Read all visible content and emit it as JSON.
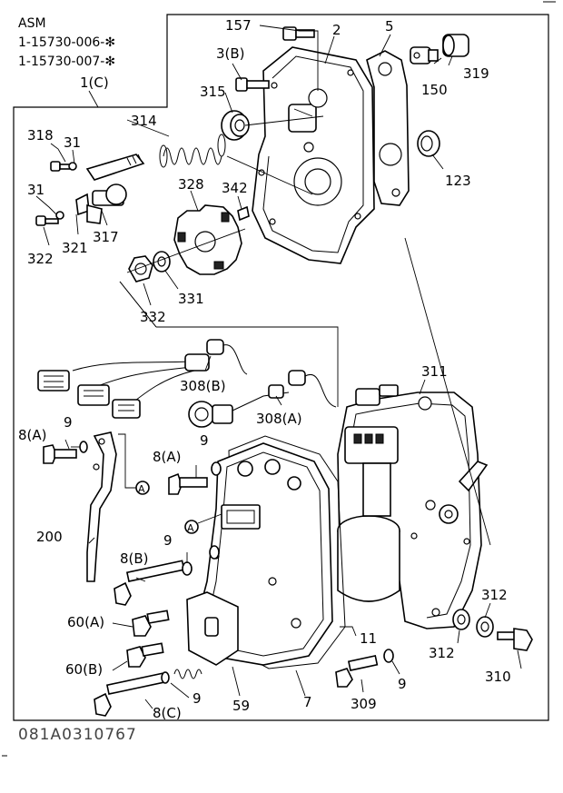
{
  "assembly": {
    "title": "ASM",
    "part_number_1": "1-15730-006-✻",
    "part_number_2": "1-15730-007-✻",
    "group_label": "1(C)"
  },
  "callouts": {
    "p157": "157",
    "p2": "2",
    "p5": "5",
    "p3b": "3(B)",
    "p150": "150",
    "p319": "319",
    "p315": "315",
    "p314": "314",
    "p318": "318",
    "p31a": "31",
    "p123": "123",
    "p328": "328",
    "p342": "342",
    "p31b": "31",
    "p322": "322",
    "p321": "321",
    "p317": "317",
    "p331": "331",
    "p332": "332",
    "p308b": "308(B)",
    "p308a": "308(A)",
    "p311": "311",
    "p8a_left": "8(A)",
    "p9_left": "9",
    "p8a_mid": "8(A)",
    "p9_mid": "9",
    "pA_left": "A",
    "pA_mid": "A",
    "p200": "200",
    "p9_low": "9",
    "p8b": "8(B)",
    "p60a": "60(A)",
    "p60b": "60(B)",
    "p11": "11",
    "p312_right": "312",
    "p312_left": "312",
    "p310": "310",
    "p9_bottom": "9",
    "p8c": "8(C)",
    "p59": "59",
    "p7": "7",
    "p309": "309",
    "p9_right": "9"
  },
  "drawing_code": "081A0310767"
}
